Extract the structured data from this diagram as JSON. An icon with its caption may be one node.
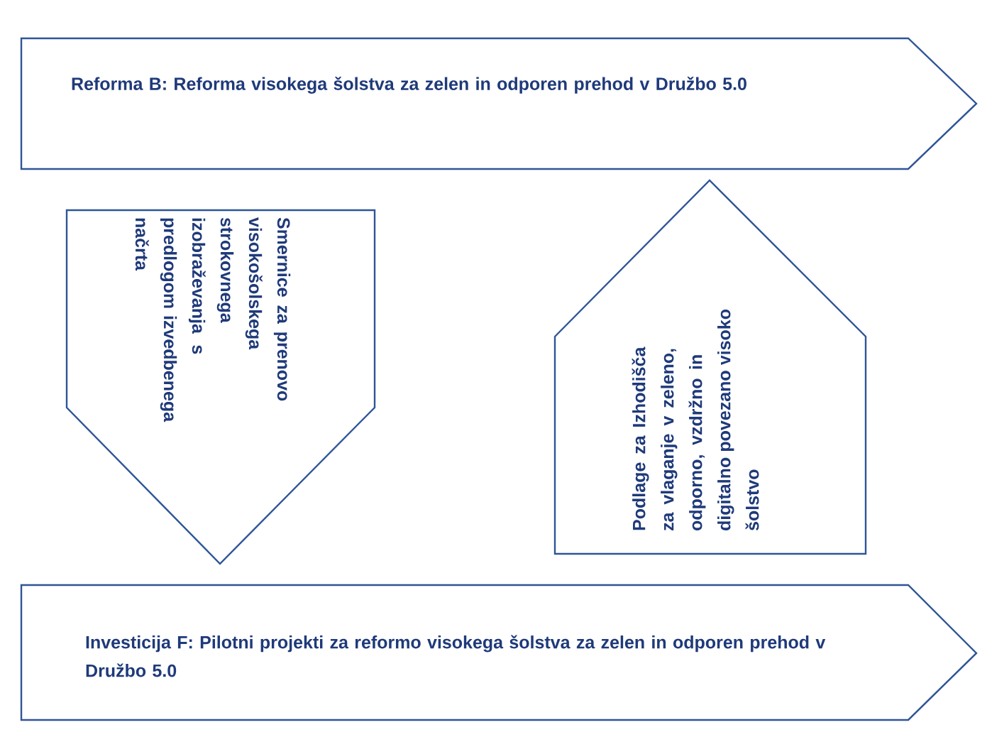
{
  "diagram": {
    "nodes": [
      {
        "text": [
          "Reforma B: Reforma visokega šolstva za zelen in odporen prehod v Družbo 5.0"
        ]
      },
      {
        "text": [
          "Smernice za prenovo visokošolskega strokovnega izobraževanja s predlogom izvedbenega načrta"
        ]
      },
      {
        "text": [
          "Podlage za Izhodišča za vlaganje v zeleno, odporno, vzdržno in digitalno povezano visoko šolstvo"
        ]
      },
      {
        "text": [
          "Investicija F: Pilotni projekti za reformo visokega šolstva za zelen in odporen prehod v Družbo 5.0"
        ]
      }
    ]
  }
}
